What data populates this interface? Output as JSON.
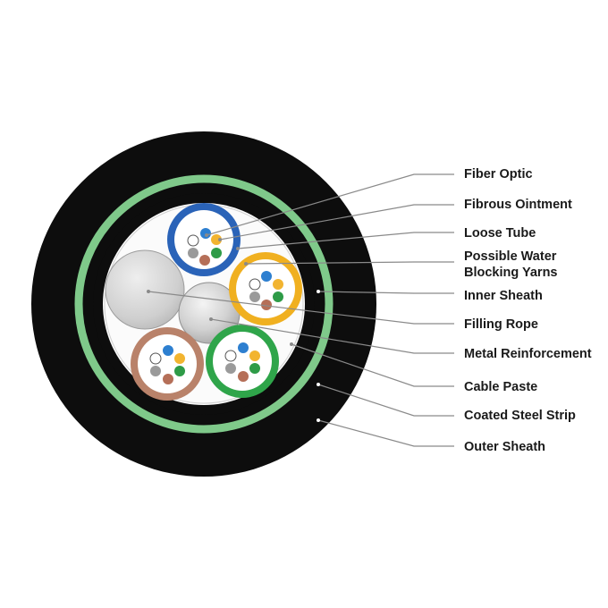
{
  "labels": {
    "fiber_optic": "Fiber Optic",
    "fibrous_ointment": "Fibrous Ointment",
    "loose_tube": "Loose Tube",
    "water_yarns_line1": "Possible Water",
    "water_yarns_line2": "Blocking Yarns",
    "inner_sheath": "Inner Sheath",
    "filling_rope": "Filling Rope",
    "metal_reinforcement": "Metal Reinforcement",
    "cable_paste": "Cable Paste",
    "coated_steel_strip": "Coated Steel Strip",
    "outer_sheath": "Outer Sheath"
  },
  "colors": {
    "outer_sheath": "#0d0d0d",
    "steel_strip": "#7fc98a",
    "leader_line": "#8a8a8a",
    "tube_blue": "#2a63b8",
    "tube_orange": "#f0b020",
    "tube_brown": "#b9826a",
    "tube_green": "#2fa54a",
    "fiber_white": "#ffffff",
    "fiber_blue": "#2d7fd0",
    "fiber_orange": "#f2b430",
    "fiber_green": "#2e9b47",
    "fiber_gray": "#9a9a9a",
    "fiber_brown": "#b56f58",
    "filler_gray": "#c8c8c8"
  }
}
